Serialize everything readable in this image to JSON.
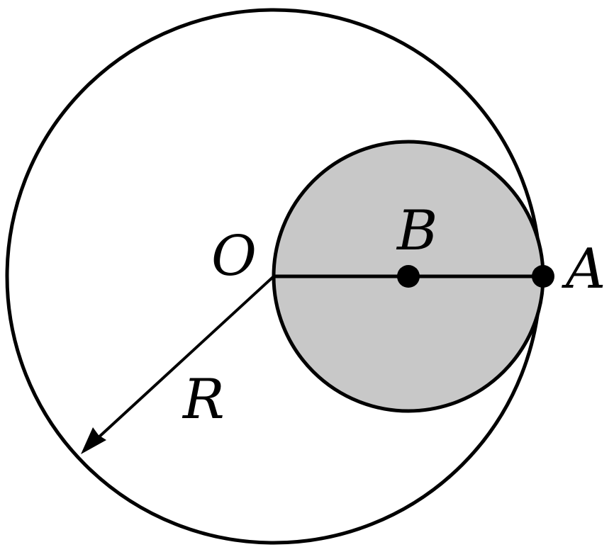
{
  "labels": {
    "center_big": "O",
    "center_small": "B",
    "tangent_point": "A",
    "radius": "R"
  },
  "colors": {
    "stroke": "#000000",
    "cavity_fill": "#c8c8c8",
    "background": "#ffffff"
  }
}
